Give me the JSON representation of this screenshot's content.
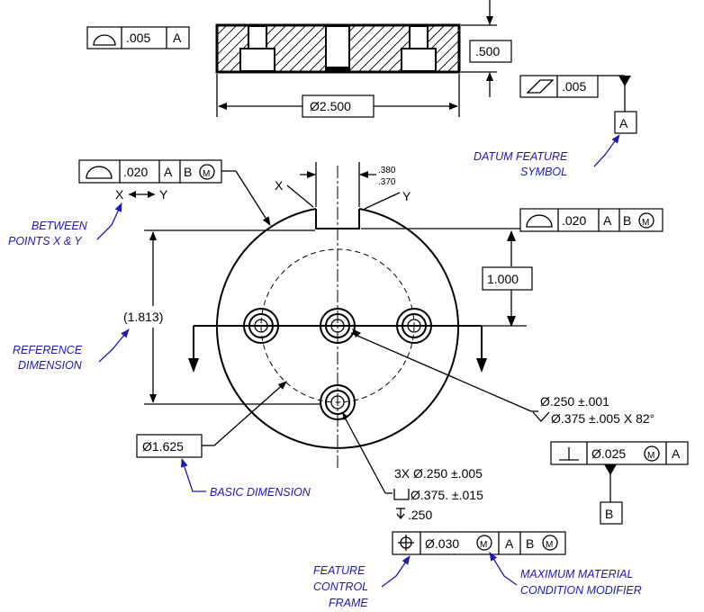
{
  "side_view": {
    "flatness_tol": ".005",
    "flatness_datum": "A",
    "height_dim": ".500",
    "parallel_tol": ".005",
    "datum_a": "A",
    "diameter_dim": "Ø2.500"
  },
  "top_view": {
    "left_frame": {
      "tol": ".020",
      "datum1": "A",
      "datum2": "B",
      "modifier": "M"
    },
    "right_frame": {
      "tol": ".020",
      "datum1": "A",
      "datum2": "B",
      "modifier": "M"
    },
    "slot_dim_upper": ".380",
    "slot_dim_lower": ".370",
    "point_x": "X",
    "point_y": "Y",
    "x_arrow_y": "X ◄─► Y",
    "ref_dim": "(1.813)",
    "basic_dim_value": "1.000",
    "basic_dia": "Ø1.625",
    "center_hole_dim1": "Ø.250 ±.001",
    "center_hole_dim2": "Ø.375 ±.005 X 82°",
    "perp_tol": "Ø.025",
    "perp_modifier": "M",
    "perp_datum": "A",
    "datum_b": "B",
    "holes_dim1": "3X Ø.250 ±.005",
    "holes_dim2": "Ø.375. ±.015",
    "holes_dim3": ".250",
    "position_tol": "Ø.030",
    "position_modifier": "M",
    "position_datum1": "A",
    "position_datum2": "B",
    "position_datum2_modifier": "M"
  },
  "annotations": {
    "datum_feature_symbol": [
      "DATUM FEATURE",
      "SYMBOL"
    ],
    "between_points": [
      "BETWEEN",
      "POINTS X & Y"
    ],
    "reference_dimension": [
      "REFERENCE",
      "DIMENSION"
    ],
    "basic_dimension": "BASIC DIMENSION",
    "feature_control_frame": [
      "FEATURE",
      "CONTROL",
      "FRAME"
    ],
    "mmc_modifier": [
      "MAXIMUM MATERIAL",
      "CONDITION MODIFIER"
    ]
  },
  "colors": {
    "annotation": "#1a1ab0",
    "line": "#000000"
  }
}
